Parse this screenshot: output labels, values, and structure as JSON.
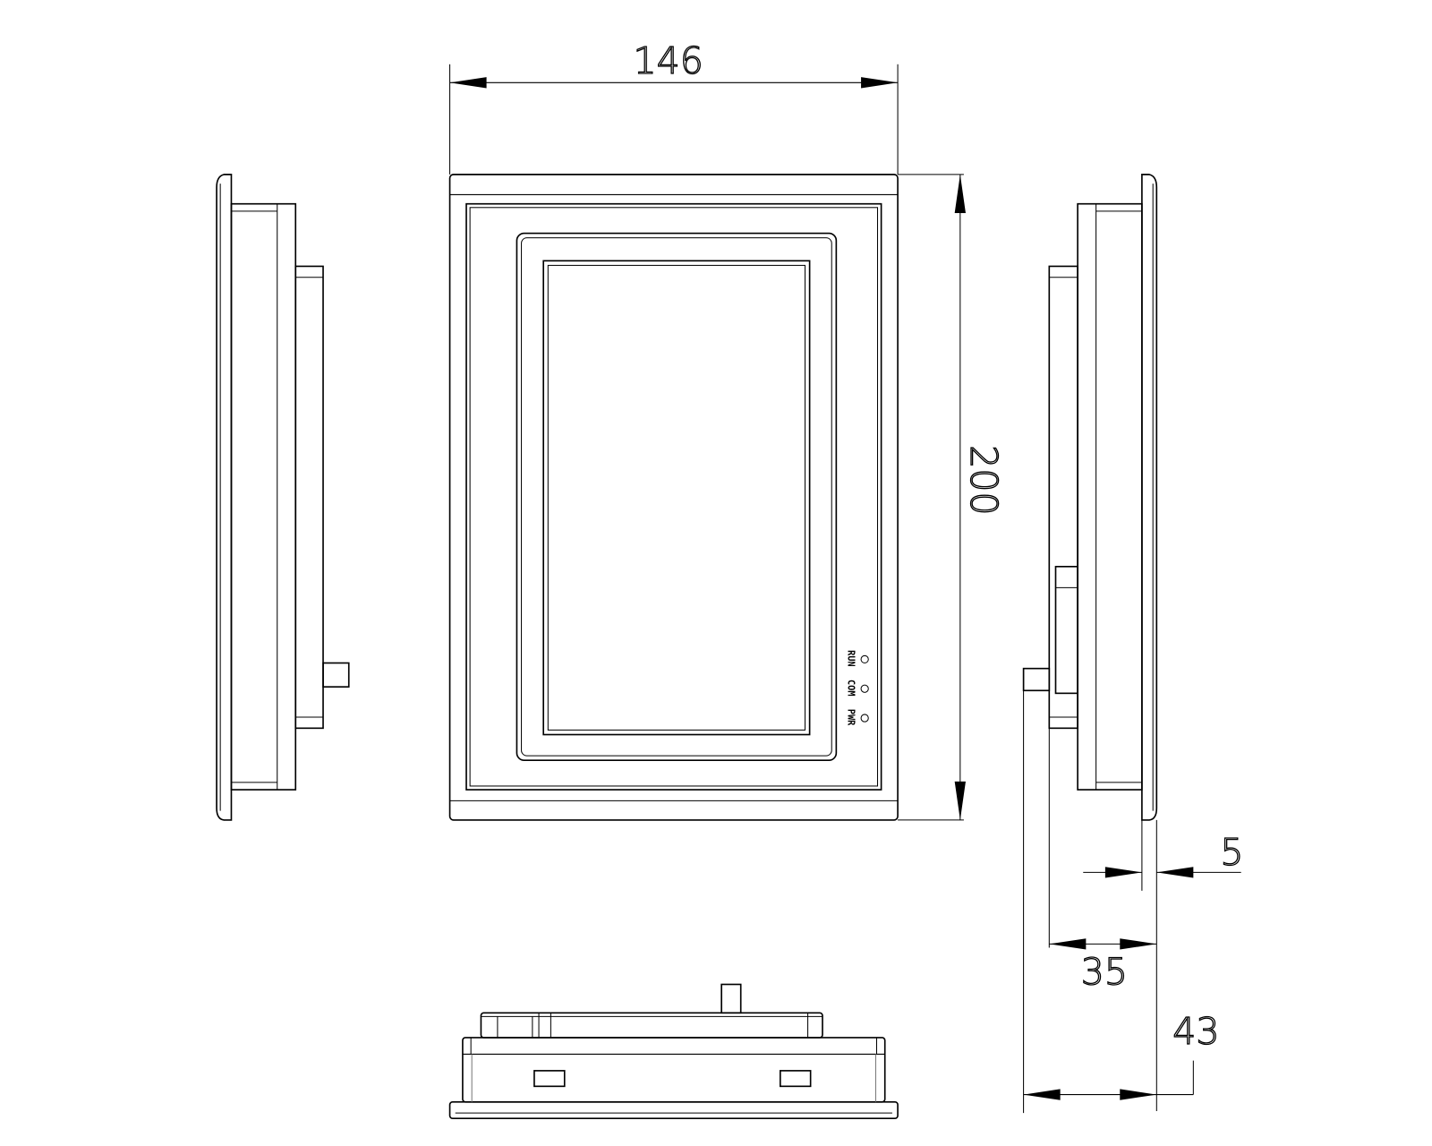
{
  "drawing": {
    "dimensions": {
      "width": "146",
      "height": "200",
      "flange": "5",
      "body_depth": "35",
      "total_depth": "43"
    },
    "led_labels": [
      "RUN",
      "COM",
      "PWR"
    ],
    "line_color": "#000000",
    "background": "#ffffff"
  }
}
